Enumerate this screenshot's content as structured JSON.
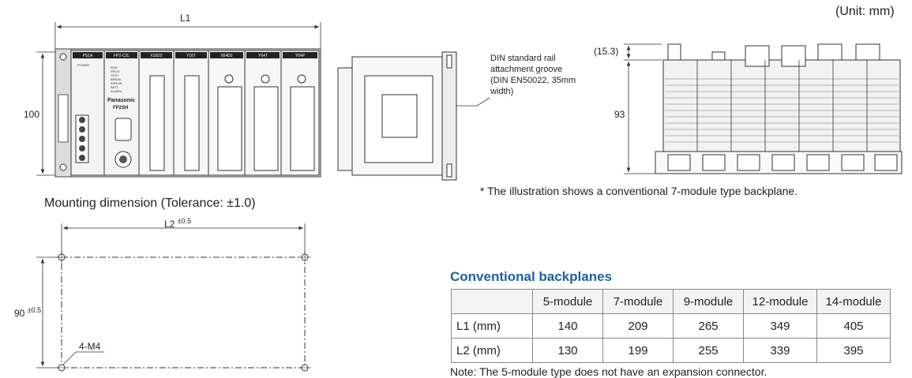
{
  "unit_label": "(Unit: mm)",
  "front": {
    "width_label": "L1",
    "height_label": "100",
    "brand": "Panasonic",
    "model": "FP2SH",
    "module_labels": [
      "PS1A",
      "FP2-C2L",
      "X16D2",
      "Y16T",
      "X64D2",
      "Y64T",
      "Y64P"
    ],
    "status_lines": [
      "POWER",
      "RUN",
      "PROG",
      "TEST",
      "BREAK",
      "ERROR",
      "BATT",
      "ALARM"
    ]
  },
  "side": {
    "rail_callout": "DIN standard rail attachment groove (DIN EN50022, 35mm width)"
  },
  "rear": {
    "top_offset_label": "(15.3)",
    "height_label": "93",
    "footnote": "* The illustration shows a conventional 7-module type backplane."
  },
  "mounting": {
    "title": "Mounting dimension (Tolerance: ±1.0)",
    "l2_label": "L2",
    "l2_tol": "±0.5",
    "h_label": "90",
    "h_tol": "±0.5",
    "hole_label": "4-M4"
  },
  "table": {
    "heading": "Conventional backplanes",
    "columns": [
      "",
      "5-module",
      "7-module",
      "9-module",
      "12-module",
      "14-module"
    ],
    "rows": [
      {
        "label": "L1 (mm)",
        "values": [
          "140",
          "209",
          "265",
          "349",
          "405"
        ]
      },
      {
        "label": "L2 (mm)",
        "values": [
          "130",
          "199",
          "255",
          "339",
          "395"
        ]
      }
    ]
  },
  "note": "Note: The 5-module type does not have an expansion connector."
}
